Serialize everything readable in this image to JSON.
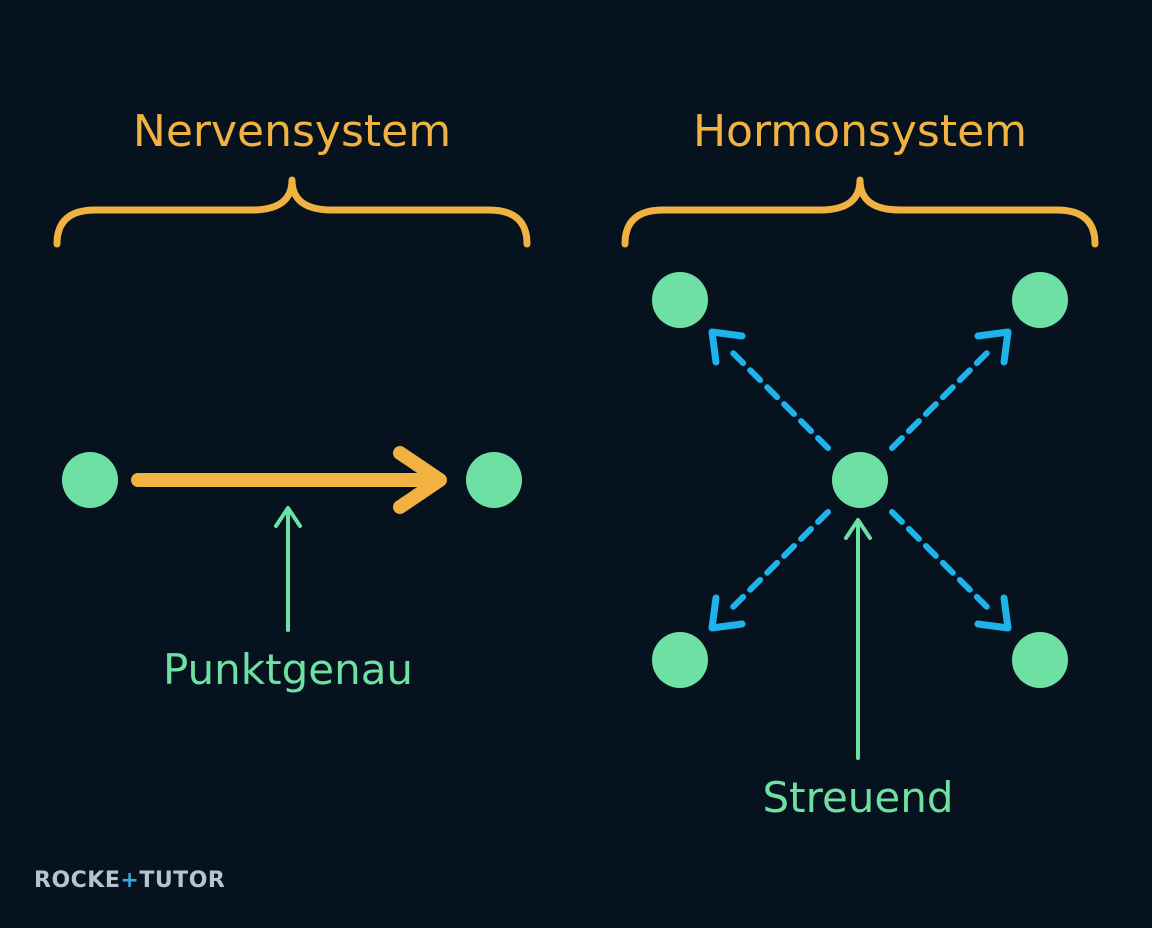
{
  "colors": {
    "background": "#06121e",
    "orange": "#f2b241",
    "green": "#6ee0a4",
    "blue": "#1fb3ec",
    "logo_text": "#b9c3cf",
    "logo_accent": "#3fa3dc"
  },
  "left_panel": {
    "title": "Nervensystem",
    "label": "Punktgenau"
  },
  "right_panel": {
    "title": "Hormonsystem",
    "label": "Streuend"
  },
  "logo": {
    "part1": "ROCKE",
    "accent": "+",
    "part2": "TUTOR"
  }
}
